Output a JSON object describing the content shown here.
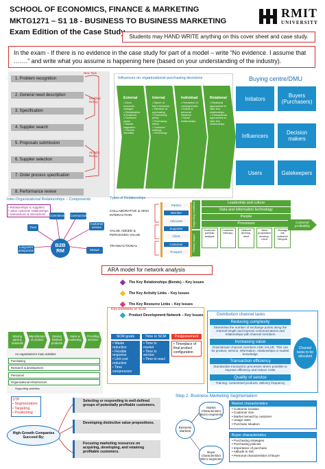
{
  "header": {
    "line1": "SCHOOL OF ECONOMICS, FINANCE & MARKETING",
    "line2": "MKTG1271 – S1 18 - BUSINESS TO BUSINESS MARKETING",
    "line3": "Exam Edition of the Case Study"
  },
  "logo": {
    "name": "RMIT",
    "sub": "UNIVERSITY"
  },
  "notice": "Students may HAND WRITE anything on this cover sheet and case study.",
  "instruction": "In the exam - If there is no evidence in the case study for part of a model – write “No evidence. I assume that …….” and write what you assume is happening here (based on your understanding of the industry).",
  "buying_process": {
    "stages": [
      "1. Problem recognition",
      "2. General need description",
      "3. Specification",
      "4. Supplier search",
      "5. Proposals submission",
      "6. Supplier selection",
      "7. Order process specification",
      "8. Performance review"
    ],
    "labels": [
      "New Task",
      "Modified Rebuy",
      "Straight Rebuy"
    ]
  },
  "influences": {
    "title": "Influences on organizational purchasing decisions",
    "columns": [
      {
        "head": "External",
        "body": "• Socio economic changes\n• Globalisation of business\n• Customer power\n• Market stagnation\n• Process mentality"
      },
      {
        "head": "Internal",
        "body": "• Nature of firm's business\n• Structure of purchasing\n• Purchasing policy\n• Purchasing ethics\n• Customer strategy\n• Technology"
      },
      {
        "head": "Individual",
        "body": "• Perception of consequences\n• Extent of personal influence\n• Social relationships"
      },
      {
        "head": "Relational",
        "body": "• Relational approaches to inter-firm relationships\n• Transactional approaches to inter-firm relationships"
      }
    ]
  },
  "dmu": {
    "title": "Buying centre/DMU",
    "roles": [
      "Initiators",
      "Buyers (Purchasers)",
      "Influencers",
      "Decision makers",
      "Users",
      "Gatekeepers"
    ]
  },
  "interorg": {
    "title": "Inter-Organizational Relationships – Components",
    "center": "B2B RM",
    "note_lines": [
      "• Relationships to suppliers",
      "• value customer relationships",
      "• transactions & interactions"
    ],
    "nodes": [
      "Trust",
      "Commitment",
      "Communication",
      "Customer service",
      "Long-term perspective",
      "Mutual benefits"
    ]
  },
  "types": {
    "title": "Types of Relationships",
    "rows": [
      "COLLABORATIVE & HIGH INTERACTION",
      "VALUE ADDED & PERCEIVED VALUE",
      "TRANSACTIONAL"
    ],
    "ladder": [
      "Partner",
      "Member",
      "Advocate",
      "Supporter",
      "Client",
      "Customer",
      "Prospect"
    ]
  },
  "house": {
    "left_top": "Supporting conditions",
    "left_bottom": "Primary stages",
    "roof": "Leadership and culture",
    "r2": "Data and information technology",
    "r3": "People",
    "r4": "Processes",
    "pillars": [
      "Customer portfolio analysis",
      "Customer intimacy",
      "Network develop-ment",
      "Value proposition develop-ment",
      "Manage the customer lifecycle"
    ],
    "right": "Customer profitability"
  },
  "ara": {
    "title": "ARA model for network analysis",
    "items": [
      "The Key Relationships (Bonds) – Key Issues",
      "The Key Activity Links – Key Issues",
      "The Key Resource Links – Key Issues",
      "Product Development Network – Key Issues"
    ],
    "colors": [
      "#8a2da0",
      "#f0c020",
      "#d23a7c",
      "#2aa6c9"
    ]
  },
  "value_chain": {
    "steps": [
      "Moving parts & materials",
      "Manufacture of product",
      "Moving finished products",
      "Sales & marketing",
      "Providing services"
    ],
    "title": "An organization's main activities",
    "support": [
      "Purchasing",
      "Research & development",
      "Personnel",
      "Organizational infrastructure"
    ],
    "footer": "Supporting activities"
  },
  "scm": {
    "title": "Key Elements of SCM",
    "cols": [
      {
        "head": "SCM goals",
        "body": "• Waste reduction\n• Flexible response\n• Unit cost reduction\n• Time compression"
      },
      {
        "head": "Time in SCM",
        "body": "• Time to market\n• Time to service\n• Time to react"
      },
      {
        "head": "Postponement",
        "body": "• Timerplace of final product configuration"
      }
    ]
  },
  "distribution": {
    "title": "Distribution channel tasks",
    "rows": [
      {
        "head": "Reducing complexity",
        "body": "Streamline the number of exchange points along the channel length and improve communications and relationships with channel members"
      },
      {
        "head": "Increasing value",
        "body": "Downstream channel members ADD VALUE. This can be product, service, information, relationships or market knowledge"
      },
      {
        "head": "Transaction efficiency",
        "body": "Standardise transaction processes where possible to improve efficiency and reduce costs"
      },
      {
        "head": "Quality of service",
        "body": "Training, customised products, delivery frequency"
      }
    ],
    "side": "Channel tasks to be allocated"
  },
  "stp": {
    "title_lines": [
      "STP",
      "• Segmentation",
      "• Targeting",
      "• Positioning"
    ],
    "hub": "High-Growth Companies Succeed By:",
    "boxes": [
      "Selecting or responding to well-defined groups of potentially profitable customers.",
      "Developing distinctive value propositions.",
      "Focusing marketing resources on acquiring, developing, and retaining profitable customers."
    ]
  },
  "segmentation": {
    "title": "Step 2. Business Marketing Segmentation",
    "hub": "Business Markets",
    "macro": "Market Characteristics Macro-segments",
    "micro": "Buyer Characteristics Micro-segments",
    "market_head": "Market characteristics",
    "market_items": [
      "• Customer location",
      "• Customer size",
      "• Market served by customer",
      "• Usage rates",
      "• Purchase situation"
    ],
    "buyer_head": "Buyer characteristics",
    "buyer_items": [
      "• Purchasing strategies",
      "• Purchasing policies",
      "• Importance of purchase",
      "• Attitude to risk",
      "• Personal characteristics of Buyer"
    ]
  }
}
